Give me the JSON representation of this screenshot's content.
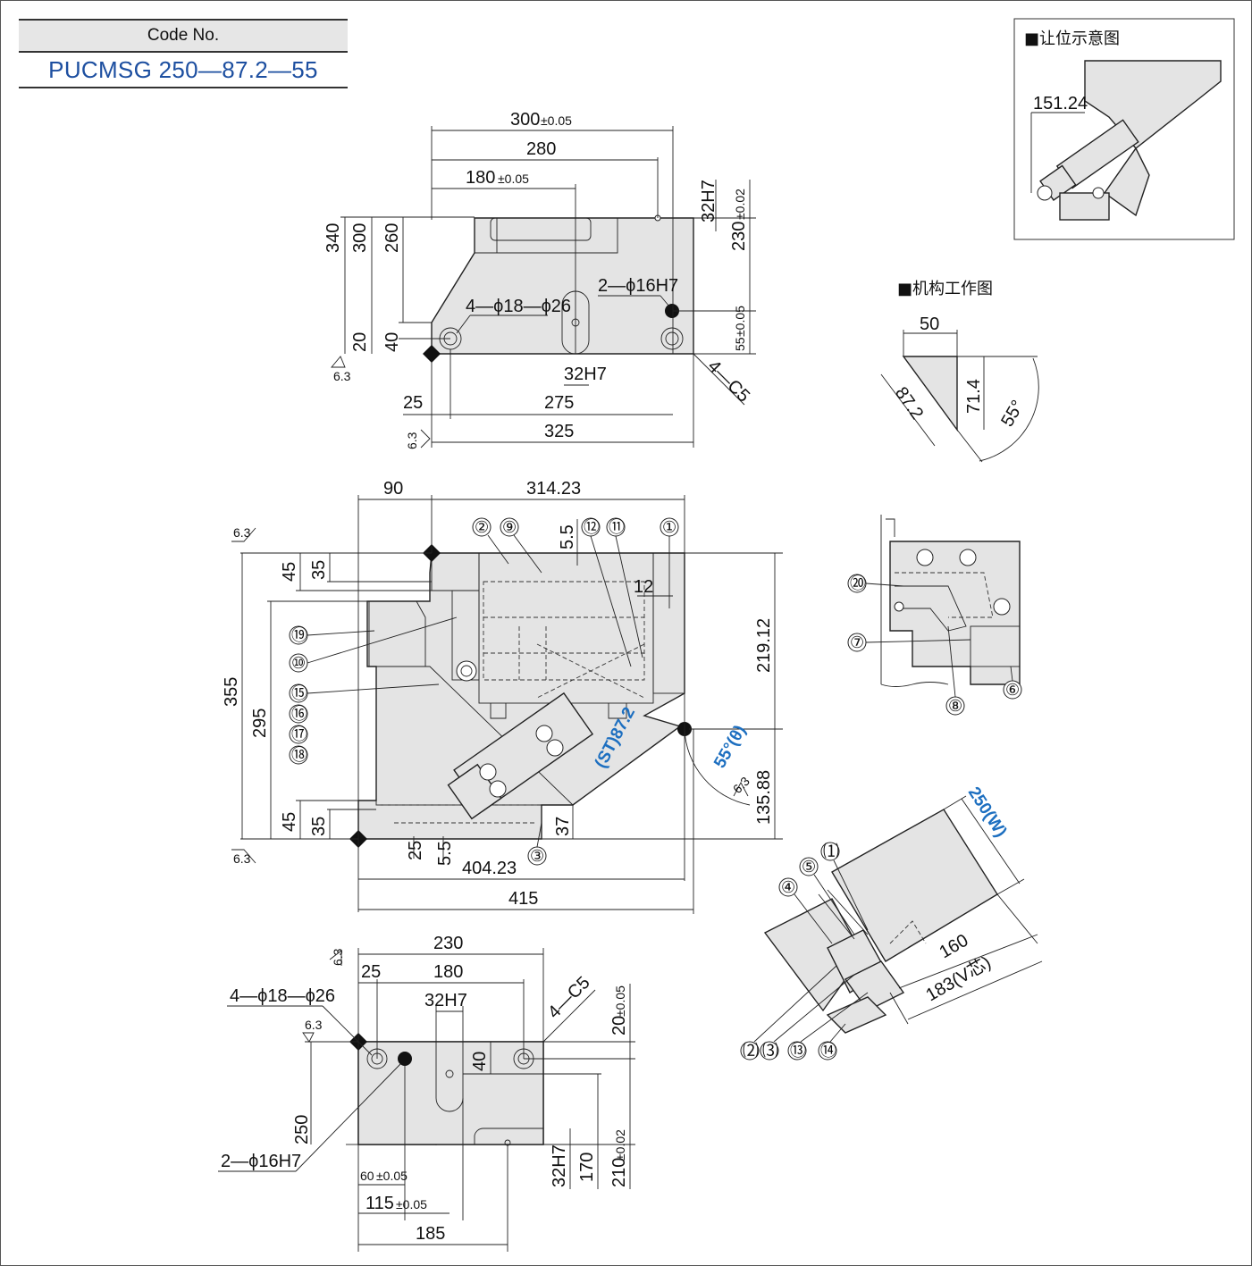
{
  "code_box": {
    "header": "Code No.",
    "value": "PUCMSG 250—87.2—55"
  },
  "top_view": {
    "dim_300": "300",
    "dim_300_tol": "±0.05",
    "dim_280": "280",
    "dim_180": "180",
    "dim_180_tol": "±0.05",
    "dim_32h7_top": "32H7",
    "dim_230": "230",
    "dim_230_tol": "±0.02",
    "dim_340": "340",
    "dim_300v": "300",
    "dim_260": "260",
    "dim_20": "20",
    "dim_40": "40",
    "hole_pin": "2—ϕ16H7",
    "hole_bolt": "4—ϕ18—ϕ26",
    "dim_55": "55",
    "dim_55_tol": "±0.05",
    "dim_32h7_bottom": "32H7",
    "chamfer": "4—C5",
    "dim_25": "25",
    "dim_275": "275",
    "dim_325": "325",
    "rough_a": "6.3",
    "rough_b": "6.3"
  },
  "front_view": {
    "dim_90": "90",
    "dim_314": "314.23",
    "dim_5_5_top": "5.5",
    "dim_12": "12",
    "dim_45_top": "45",
    "dim_35_top": "35",
    "dim_355": "355",
    "dim_295": "295",
    "dim_45_bot": "45",
    "dim_35_bot": "35",
    "dim_219": "219.12",
    "dim_135": "135.88",
    "dim_37": "37",
    "dim_25": "25",
    "dim_5_5_bot": "5.5",
    "dim_404": "404.23",
    "dim_415": "415",
    "stroke_label": "(ST)87.2",
    "angle_label": "55°(θ)",
    "rough_top": "6.3",
    "rough_bot": "6.3",
    "rough_angle": "6.3",
    "parts": [
      "②",
      "⑨",
      "⑫",
      "⑪",
      "①",
      "⑲",
      "⑩",
      "⑮",
      "⑯",
      "⑰",
      "⑱",
      "③"
    ]
  },
  "bottom_view": {
    "dim_230": "230",
    "dim_25": "25",
    "dim_180": "180",
    "dim_32h7": "32H7",
    "chamfer": "4—C5",
    "dim_20": "20",
    "dim_20_tol": "±0.05",
    "hole_bolt": "4—ϕ18—ϕ26",
    "dim_40": "40",
    "dim_250": "250",
    "hole_pin": "2—ϕ16H7",
    "dim_60": "60",
    "dim_60_tol": "±0.05",
    "dim_115": "115",
    "dim_115_tol": "±0.05",
    "dim_185": "185",
    "dim_32h7_v": "32H7",
    "dim_170": "170",
    "dim_210": "210",
    "dim_210_tol": "±0.02",
    "rough_a": "6.3",
    "rough_b": "6.3"
  },
  "clearance_view": {
    "title": "■让位示意图",
    "dim": "151.24"
  },
  "mechanism_view": {
    "title": "■机构工作图",
    "dim_50": "50",
    "dim_87": "87.2",
    "dim_71": "71.4",
    "angle": "55°"
  },
  "side_detail": {
    "parts": [
      "⑳",
      "⑦",
      "⑧",
      "⑥"
    ]
  },
  "iso_view": {
    "dim_250w": "250(W)",
    "dim_160": "160",
    "dim_183": "183(V芯)",
    "parts": [
      "④",
      "⑤",
      "⑴",
      "⑵",
      "⑶",
      "⑬",
      "⑭"
    ]
  }
}
